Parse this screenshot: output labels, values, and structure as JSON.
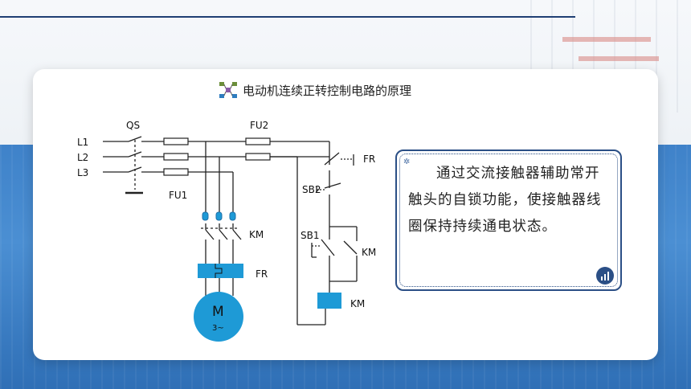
{
  "slide": {
    "title": "电动机连续正转控制电路的原理",
    "title_icon": "network-icon"
  },
  "circuit": {
    "labels": {
      "qs": "QS",
      "fu2": "FU2",
      "l1": "L1",
      "l2": "L2",
      "l3": "L3",
      "fu1": "FU1",
      "km_main": "KM",
      "fr_main": "FR",
      "motor": "M",
      "motor_phase": "3~",
      "fr_ctrl": "FR",
      "sb2": "SB2",
      "sb1": "SB1",
      "km_aux": "KM",
      "km_coil": "KM"
    },
    "colors": {
      "wire": "#222222",
      "component": "#1e9ad6",
      "fuse": "#ffffff"
    }
  },
  "note": {
    "text": "通过交流接触器辅助常开触头的自锁功能，使接触器线圈保持持续通电状态。",
    "icon_top": "gear-icon",
    "icon_bottom": "bar-chart-icon"
  },
  "colors": {
    "accent": "#1f3f73",
    "background_blue": "#3f82c9"
  }
}
